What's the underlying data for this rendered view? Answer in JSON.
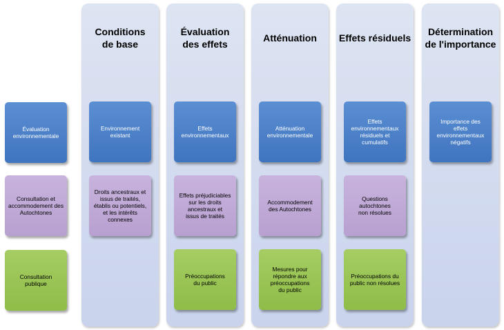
{
  "colors": {
    "column": "#d3dbef",
    "blue": "#4a7fc7",
    "purple": "#bfa9d6",
    "green": "#9ac653"
  },
  "rows": {
    "environmental": "Évaluation\nenvironnementale",
    "indigenous": "Consultation et\naccommodement des\nAutochtones",
    "public": "Consultation\npublique"
  },
  "columns": [
    {
      "title": "Conditions\nde base",
      "boxes": {
        "blue": "Environnement\nexistant",
        "purple": "Droits ancestraux et\nissus de traités,\nétablis ou potentiels,\net les intérêts\nconnexes"
      }
    },
    {
      "title": "Évaluation\ndes effets",
      "boxes": {
        "blue": "Effets\nenvironnementaux",
        "purple": "Effets préjudiciables\nsur les droits\nancestraux et\nissus de traités",
        "green": "Préoccupations\ndu public"
      }
    },
    {
      "title": "Atténuation",
      "boxes": {
        "blue": "Atténuation\nenvironnementale",
        "purple": "Accommodement\ndes Autochtones",
        "green": "Mesures pour\nrépondre aux\npréoccupations\ndu public"
      }
    },
    {
      "title": "Effets résiduels",
      "boxes": {
        "blue": "Effets\nenvironnementaux\nrésiduels et\ncumulatifs",
        "purple": "Questions\nautochtones\nnon résolues",
        "green": "Préoccupations du\npublic non résolues"
      }
    },
    {
      "title": "Détermination\nde l'importance",
      "boxes": {
        "blue": "Importance des\neffets\nenvironnementaux\nnégatifs"
      }
    }
  ]
}
